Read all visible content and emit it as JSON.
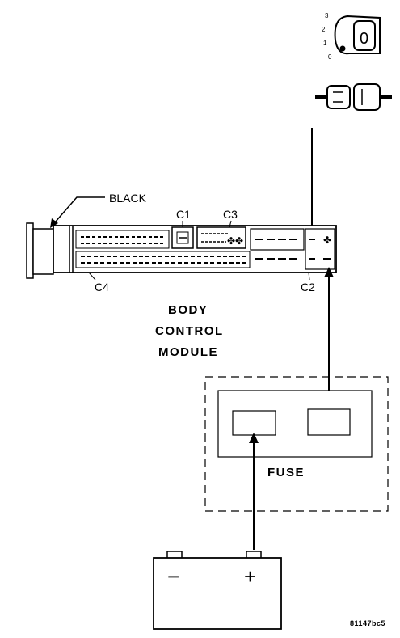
{
  "labels": {
    "black": "BLACK",
    "c1": "C1",
    "c3": "C3",
    "c4": "C4",
    "c2": "C2",
    "module_line1": "BODY",
    "module_line2": "CONTROL",
    "module_line3": "MODULE",
    "fuse": "FUSE",
    "figure_id": "81147bc5"
  },
  "ignition_switch": {
    "positions": [
      "3",
      "2",
      "1",
      "0"
    ],
    "key_mark": "0"
  },
  "battery": {
    "negative": "−",
    "positive": "+"
  },
  "colors": {
    "line": "#000000",
    "background": "#ffffff"
  }
}
